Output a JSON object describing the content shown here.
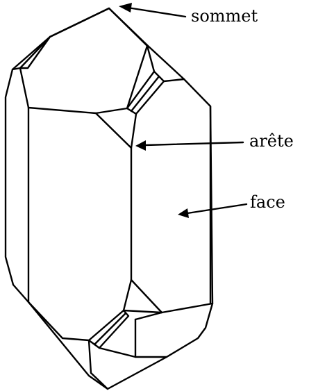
{
  "labels": {
    "vertex": "sommet",
    "edge": "arête",
    "face": "face"
  },
  "colors": {
    "stroke": "#000000",
    "background": "#ffffff"
  }
}
